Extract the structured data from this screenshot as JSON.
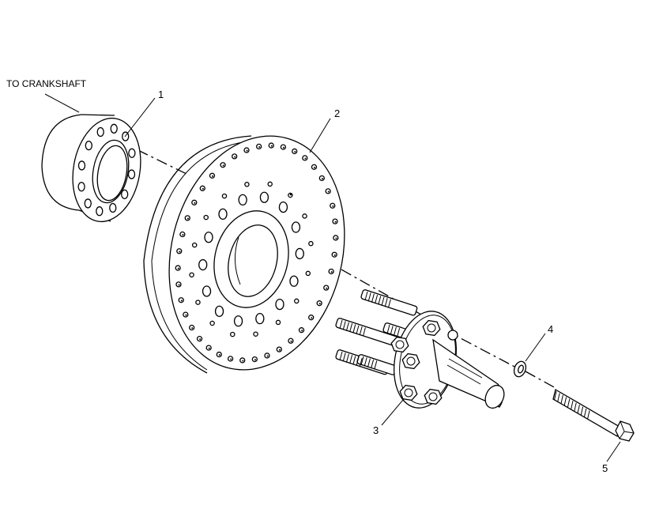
{
  "labels": {
    "crankshaft": "TO CRANKSHAFT",
    "callouts": [
      "1",
      "2",
      "3",
      "4",
      "5"
    ]
  },
  "parts": [
    {
      "number": "1",
      "name": "crankshaft-adapter"
    },
    {
      "number": "2",
      "name": "vibration-damper"
    },
    {
      "number": "3",
      "name": "drive-hub-with-studs"
    },
    {
      "number": "4",
      "name": "washer"
    },
    {
      "number": "5",
      "name": "bolt"
    }
  ],
  "colors": {
    "ink": "#000000",
    "paper": "#ffffff"
  }
}
